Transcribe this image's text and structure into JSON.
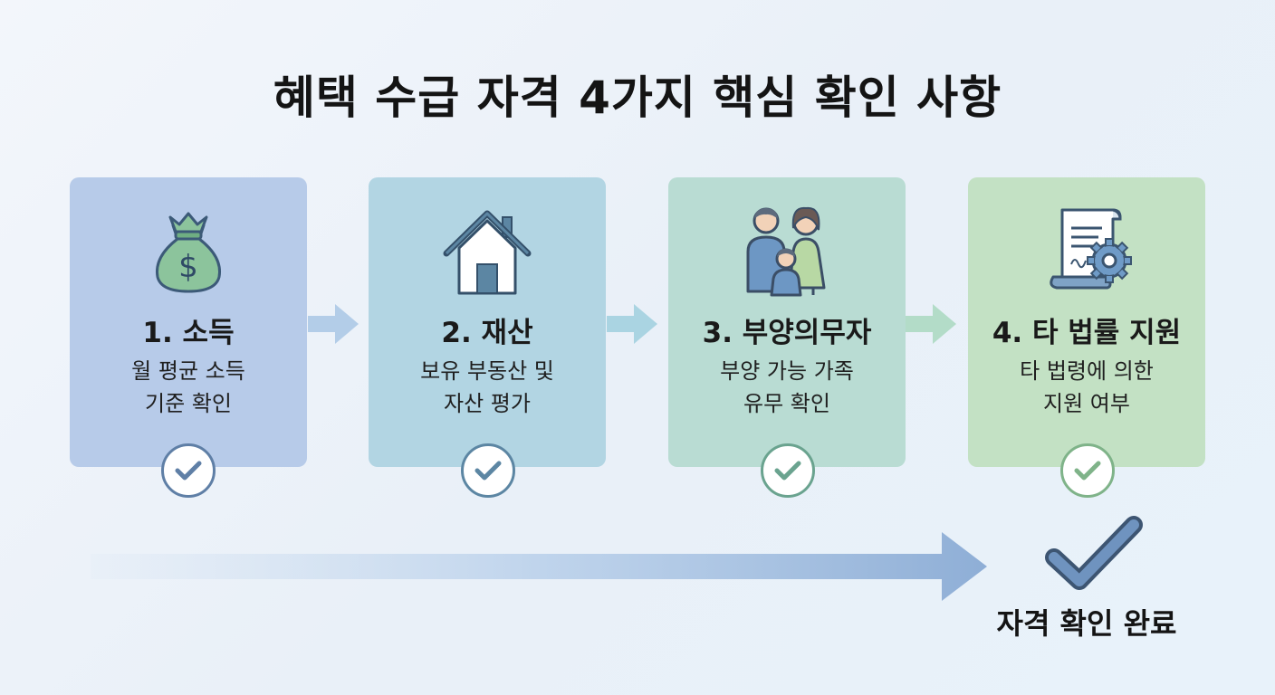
{
  "title": "혜택 수급 자격 4가지 핵심 확인 사항",
  "steps": [
    {
      "title": "1. 소득",
      "desc_line1": "월 평균 소득",
      "desc_line2": "기준 확인",
      "icon": "money-bag-icon",
      "bg": "#b7cbe9",
      "accent": "#5f7fa6"
    },
    {
      "title": "2. 재산",
      "desc_line1": "보유 부동산 및",
      "desc_line2": "자산 평가",
      "icon": "house-icon",
      "bg": "#b2d5e3",
      "accent": "#5c86a3"
    },
    {
      "title": "3. 부양의무자",
      "desc_line1": "부양 가능 가족",
      "desc_line2": "유무 확인",
      "icon": "family-icon",
      "bg": "#b9dcd3",
      "accent": "#6aa38f"
    },
    {
      "title": "4. 타 법률 지원",
      "desc_line1": "타 법령에 의한",
      "desc_line2": "지원 여부",
      "icon": "document-gear-icon",
      "bg": "#c3e1c4",
      "accent": "#7fb389"
    }
  ],
  "final": {
    "label": "자격 확인 완료",
    "icon": "check-icon"
  }
}
